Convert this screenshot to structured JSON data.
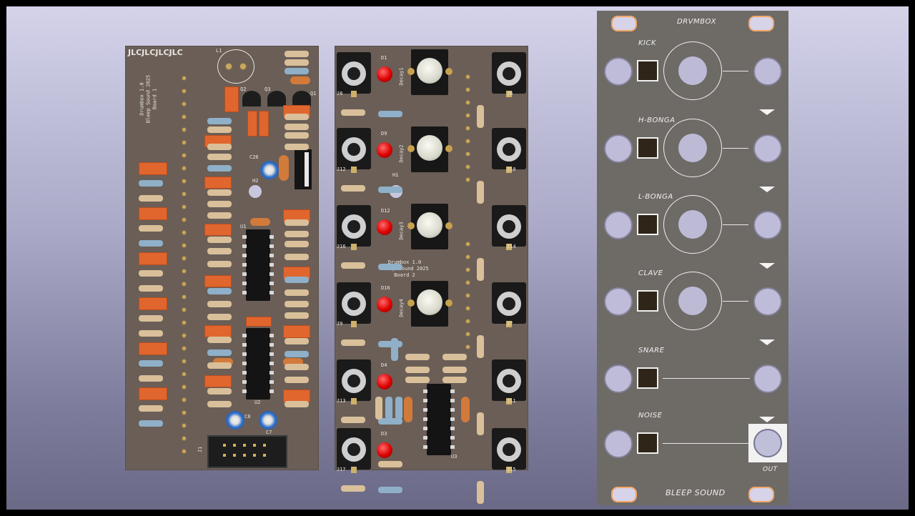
{
  "board1": {
    "brand_text": "JLCJLCJLCJLC",
    "info_lines": [
      "Drumbox 1.0",
      "Bleep Sound 2025",
      "Board 1"
    ],
    "refs": {
      "l1": "L1",
      "q2": "Q2",
      "q3": "Q3",
      "q1": "Q1",
      "c26": "C26",
      "h2": "H2",
      "u1": "U1",
      "u2": "U2",
      "j1": "J1",
      "c8": "C8",
      "c7": "C7"
    }
  },
  "board2": {
    "info_lines": [
      "Drumbox 1.0",
      "Bleep Sound 2025",
      "Board 2"
    ],
    "jacks_left": [
      "J8",
      "J12",
      "J16",
      "J9",
      "J13",
      "J17"
    ],
    "jacks_right": [
      "J6",
      "J10",
      "J14",
      "J7",
      "J11",
      "J15"
    ],
    "leds": [
      "D1",
      "D9",
      "D12",
      "D16",
      "D4",
      "D3"
    ],
    "pots": [
      "Decay1",
      "Decay2",
      "Decay3",
      "Decay4"
    ],
    "refs": {
      "h1": "H1",
      "u3": "U3"
    }
  },
  "panel": {
    "title": "DRVMBOX",
    "footer": "BLEEP SOUND",
    "out_label": "OUT",
    "channels": [
      {
        "label": "KICK",
        "has_knob": true
      },
      {
        "label": "H-BONGA",
        "has_knob": true
      },
      {
        "label": "L-BONGA",
        "has_knob": true
      },
      {
        "label": "CLAVE",
        "has_knob": true
      },
      {
        "label": "SNARE",
        "has_knob": false
      },
      {
        "label": "NOISE",
        "has_knob": false
      }
    ]
  },
  "colors": {
    "background_top": "#d4d3ea",
    "background_bottom": "#6a6986",
    "pcb": "#6a5e57",
    "panel": "#6e6a66",
    "accent_orange": "#e0662e",
    "led_red": "#dd0000"
  }
}
